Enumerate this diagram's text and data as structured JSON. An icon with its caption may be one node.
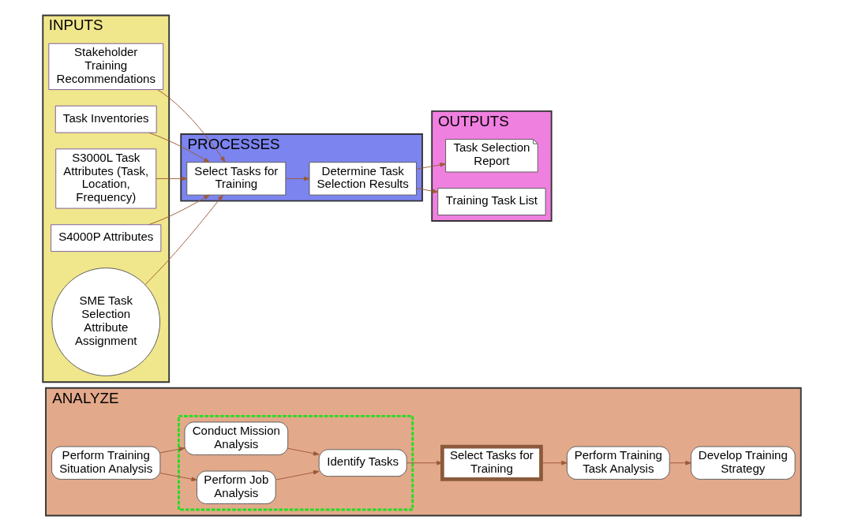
{
  "diagram": {
    "nodes": [
      {
        "text": [
          "ANALYZE"
        ]
      },
      {
        "text": [
          "Perform Training Situation Analysis"
        ],
        "in": 0
      },
      {
        "text": [],
        "shape": "box",
        "in": 0
      },
      {
        "text": [
          "Conduct Mission Analysis"
        ],
        "in": 2
      },
      {
        "text": [
          "Perform Job Analysis"
        ],
        "in": 2
      },
      {
        "text": [
          "Identify Tasks"
        ],
        "in": 2
      },
      {
        "text": [
          "Select Tasks for Training"
        ],
        "in": 0
      },
      {
        "text": [
          "Perform Training Task Analysis"
        ],
        "in": 0
      },
      {
        "text": [
          "Develop Training Strategy"
        ],
        "in": 0
      },
      {
        "text": [
          "INPUTS"
        ]
      },
      {
        "text": [
          "Stakeholder Training Recommendations"
        ],
        "in": 9
      },
      {
        "text": [
          "Task Inventories"
        ],
        "in": 9
      },
      {
        "text": [
          "S3000L Task Attributes (Task, Location, Frequency)"
        ],
        "in": 9
      },
      {
        "text": [
          "S4000P Attributes"
        ],
        "in": 9
      },
      {
        "text": [
          "SME Task Selection Attribute Assignment"
        ],
        "in": 9
      },
      {
        "text": [
          "PROCESSES"
        ]
      },
      {
        "text": [
          "Select Tasks for Training"
        ],
        "in": 15
      },
      {
        "text": [
          "Determine Task Selection Results"
        ],
        "in": 15
      },
      {
        "text": [
          "OUTPUTS"
        ]
      },
      {
        "text": [
          "Task Selection Report"
        ],
        "in": 18
      },
      {
        "text": [
          "Training Task List"
        ],
        "in": 18
      }
    ],
    "edges": [
      {
        "from": 1,
        "to": 3,
        "arrow": "to"
      },
      {
        "from": 1,
        "to": 4,
        "arrow": "to"
      },
      {
        "from": 3,
        "to": 5,
        "arrow": "to"
      },
      {
        "from": 4,
        "to": 5,
        "arrow": "to"
      },
      {
        "from": 5,
        "to": 6,
        "arrow": "to"
      },
      {
        "from": 6,
        "to": 7,
        "arrow": "to"
      },
      {
        "from": 7,
        "to": 8,
        "arrow": "to"
      },
      {
        "from": 10,
        "to": 16,
        "arrow": "to"
      },
      {
        "from": 11,
        "to": 16,
        "arrow": "to"
      },
      {
        "from": 12,
        "to": 16,
        "arrow": "to"
      },
      {
        "from": 13,
        "to": 16,
        "arrow": "to"
      },
      {
        "from": 14,
        "to": 16,
        "arrow": "to"
      },
      {
        "from": 16,
        "to": 17,
        "arrow": "to"
      },
      {
        "from": 17,
        "to": 19,
        "arrow": "to"
      },
      {
        "from": 17,
        "to": 20,
        "arrow": "to"
      }
    ]
  }
}
